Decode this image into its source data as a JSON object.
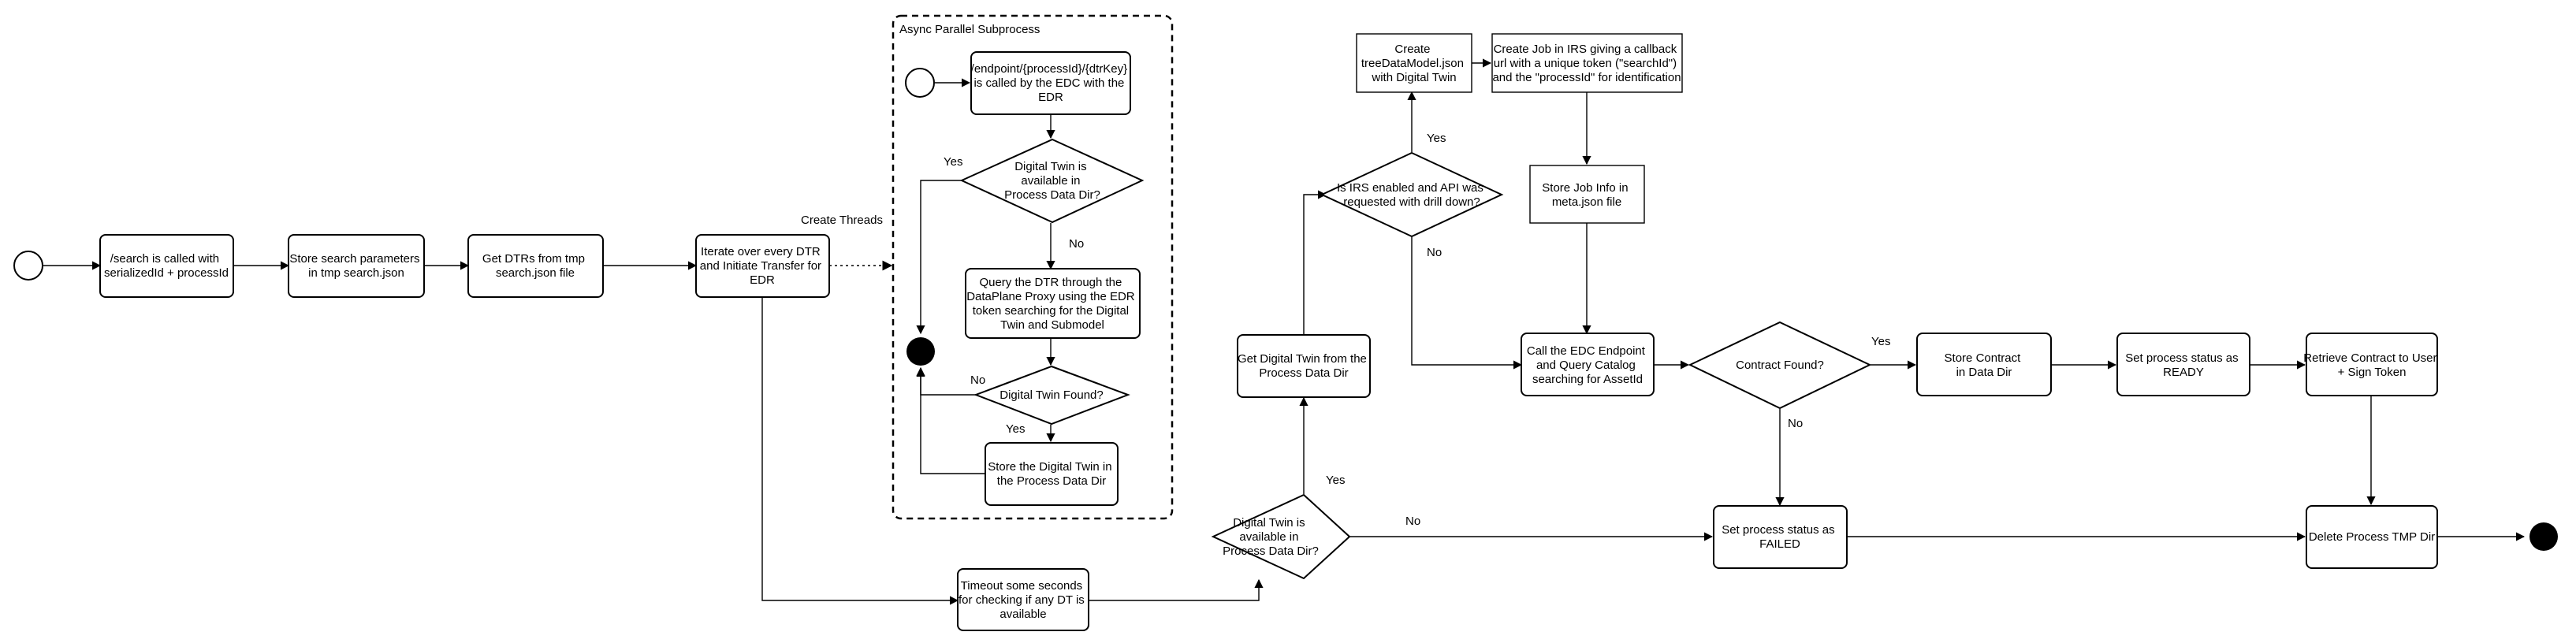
{
  "group": {
    "title": "Async Parallel Subprocess"
  },
  "nodes": {
    "search_called": [
      "/search is called with",
      "serializedId + processId"
    ],
    "store_params": [
      "Store search parameters",
      "in tmp search.json"
    ],
    "get_dtrs": [
      "Get DTRs from tmp",
      "search.json file"
    ],
    "iterate_dtr": [
      "Iterate over every DTR",
      "and Initiate Transfer for",
      "EDR"
    ],
    "endpoint_called": [
      "/endpoint/{processId}/{dtrKey}",
      "is called by the EDC with the",
      "EDR"
    ],
    "dt_available_sub": [
      "Digital Twin is",
      "available in",
      "Process Data Dir?"
    ],
    "query_dtr": [
      "Query the DTR through the",
      "DataPlane Proxy using the EDR",
      "token searching for the Digital",
      "Twin and Submodel"
    ],
    "dt_found": [
      "Digital Twin Found?"
    ],
    "store_dt": [
      "Store the Digital Twin in",
      "the Process Data Dir"
    ],
    "timeout": [
      "Timeout some seconds",
      "for checking if any DT is",
      "available"
    ],
    "dt_available_main": [
      "Digital Twin is",
      "available in",
      "Process Data Dir?"
    ],
    "get_dt": [
      "Get Digital Twin from the",
      "Process Data Dir"
    ],
    "irs_enabled": [
      "Is IRS enabled and API was",
      "requested with drill down?"
    ],
    "create_tree": [
      "Create",
      "treeDataModel.json",
      "with Digital Twin"
    ],
    "create_job": [
      "Create Job in IRS giving a callback",
      "url with a unique token (\"searchId\")",
      "and the \"processId\" for identification"
    ],
    "store_job": [
      "Store Job Info in",
      "meta.json file"
    ],
    "call_edc": [
      "Call the EDC Endpoint",
      "and Query Catalog",
      "searching for AssetId"
    ],
    "contract_found": [
      "Contract Found?"
    ],
    "store_contract": [
      "Store Contract",
      "in Data Dir"
    ],
    "set_ready": [
      "Set process status as",
      "READY"
    ],
    "retrieve_contract": [
      "Retrieve Contract to User",
      "+ Sign Token"
    ],
    "set_failed": [
      "Set process status as",
      "FAILED"
    ],
    "delete_tmp": [
      "Delete Process TMP Dir"
    ]
  },
  "edge_labels": {
    "create_threads": "Create Threads",
    "sub_yes": "Yes",
    "sub_no": "No",
    "found_no": "No",
    "found_yes": "Yes",
    "main_yes": "Yes",
    "main_no": "No",
    "irs_yes": "Yes",
    "irs_no": "No",
    "contract_yes": "Yes",
    "contract_no": "No"
  }
}
